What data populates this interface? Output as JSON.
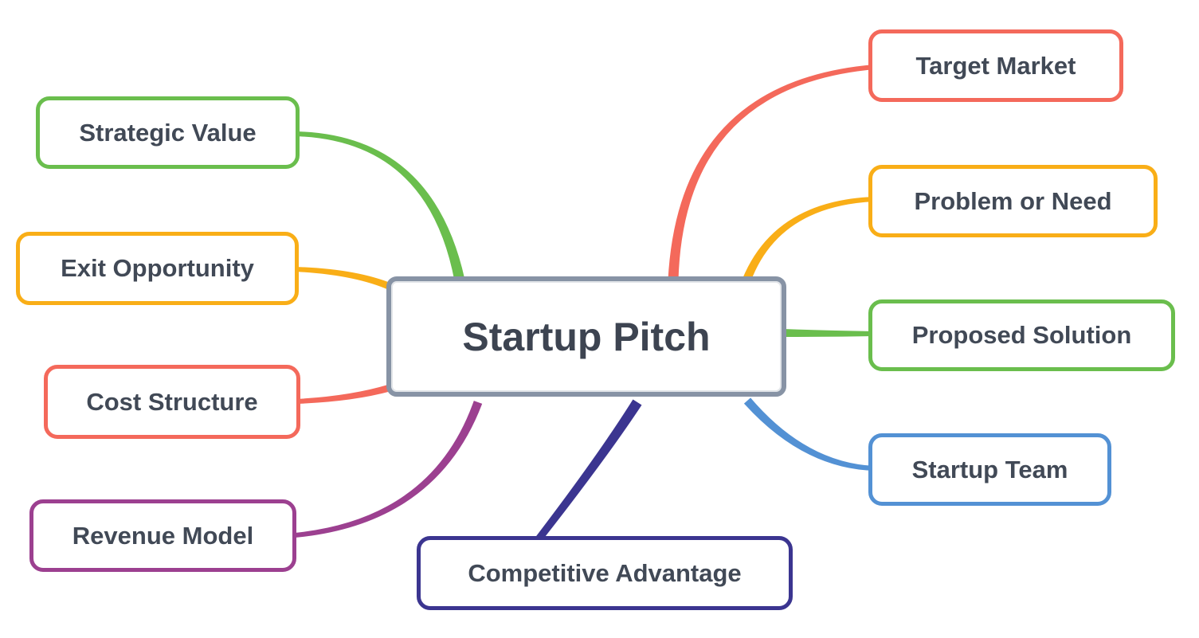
{
  "background_color": "#FFFFFF",
  "center": {
    "label": "Startup Pitch",
    "border_color": "#8793A5",
    "text_color": "#3D4451"
  },
  "nodes": [
    {
      "id": "target-market",
      "label": "Target Market",
      "color": "#F4695B"
    },
    {
      "id": "problem-or-need",
      "label": "Problem or Need",
      "color": "#F9AE17"
    },
    {
      "id": "proposed-solution",
      "label": "Proposed Solution",
      "color": "#6ABE4D"
    },
    {
      "id": "startup-team",
      "label": "Startup Team",
      "color": "#5391D4"
    },
    {
      "id": "competitive-advantage",
      "label": "Competitive Advantage",
      "color": "#3B3590"
    },
    {
      "id": "revenue-model",
      "label": "Revenue Model",
      "color": "#9C4090"
    },
    {
      "id": "cost-structure",
      "label": "Cost Structure",
      "color": "#F4695B"
    },
    {
      "id": "exit-opportunity",
      "label": "Exit Opportunity",
      "color": "#F9AE17"
    },
    {
      "id": "strategic-value",
      "label": "Strategic Value",
      "color": "#6ABE4D"
    }
  ],
  "node_text_color": "#414956"
}
